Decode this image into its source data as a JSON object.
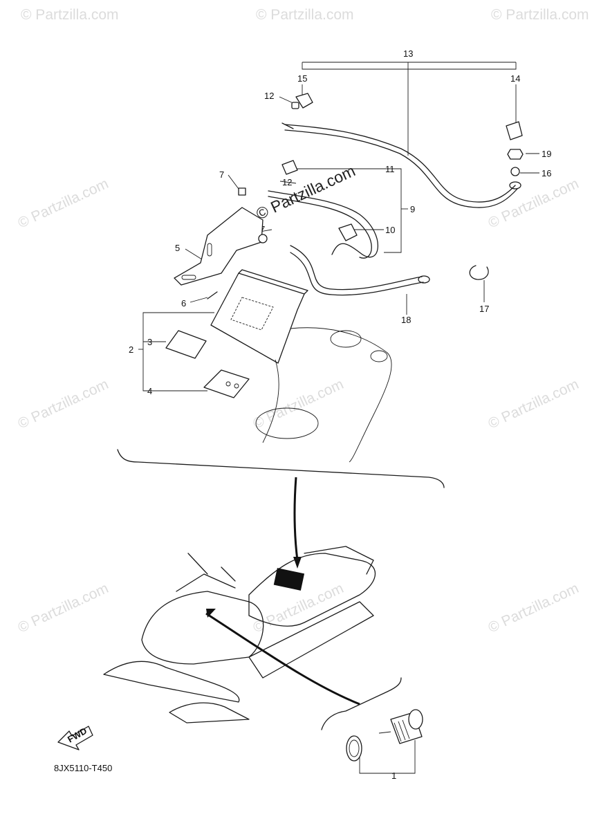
{
  "watermark": {
    "site": "© Partzilla.com",
    "center": "© Partzilla.com"
  },
  "diagram_code": "8JX5110-T450",
  "fwd_arrow_label": "FWD",
  "callouts": {
    "c1": "1",
    "c2": "2",
    "c3": "3",
    "c4": "4",
    "c5": "5",
    "c6": "6",
    "c7a": "7",
    "c7b": "7",
    "c9": "9",
    "c10": "10",
    "c11": "11",
    "c12a": "12",
    "c12b": "12",
    "c13": "13",
    "c14": "14",
    "c15": "15",
    "c16": "16",
    "c17": "17",
    "c18": "18",
    "c19": "19"
  }
}
